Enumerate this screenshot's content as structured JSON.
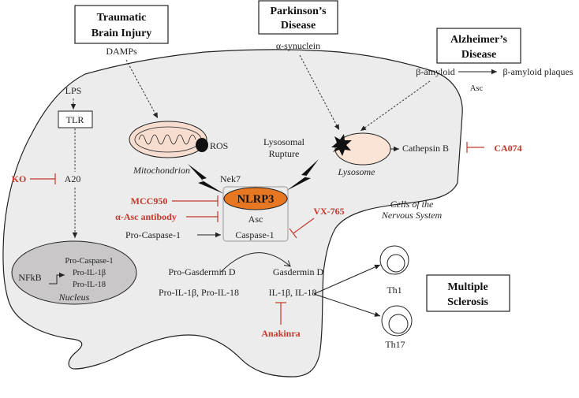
{
  "diseases": {
    "tbi": [
      "Traumatic",
      "Brain Injury"
    ],
    "parkinsons": [
      "Parkinson’s",
      "Disease"
    ],
    "alzheimers": [
      "Alzheimer’s",
      "Disease"
    ],
    "ms": [
      "Multiple",
      "Sclerosis"
    ]
  },
  "triggers": {
    "damps": "DAMPs",
    "alpha_synuclein": "α-synuclein",
    "beta_amyloid": "β-amyloid",
    "beta_amyloid_plaques": "β-amyloid plaques",
    "asc_upper": "Asc",
    "lps": "LPS"
  },
  "signaling": {
    "tlr": "TLR",
    "a20": "A20",
    "ros": "ROS",
    "mitochondrion": "Mitochondrion",
    "lysosomal_rupture": [
      "Lysosomal",
      "Rupture"
    ],
    "lysosome": "Lysosome",
    "cathepsin_b": "Cathepsin B",
    "nek7": "Nek7",
    "nlrp3": "NLRP3",
    "asc": "Asc",
    "caspase1": "Caspase-1",
    "pro_caspase1": "Pro-Caspase-1",
    "pro_gasdermin_d": "Pro-Gasdermin D",
    "gasdermin_d": "Gasdermin D",
    "pro_il": "Pro-IL-1β, Pro-IL-18",
    "il": "IL-1β, IL-18",
    "cells_label": [
      "Cells of the",
      "Nervous System"
    ]
  },
  "nucleus": {
    "label": "Nucleus",
    "nfkb": "NFkB",
    "genes": [
      "Pro-Caspase-1",
      "Pro-IL-1β",
      "Pro-IL-18"
    ]
  },
  "t_cells": {
    "th1": "Th1",
    "th17": "Th17"
  },
  "inhibitors": {
    "ko": "KO",
    "mcc950": "MCC950",
    "alpha_asc_antibody": "α-Asc antibody",
    "vx765": "VX-765",
    "ca074": "CA074",
    "anakinra": "Anakinra"
  },
  "colors": {
    "inhibitor": "#c0392b",
    "nlrp3_fill": "#e87722",
    "brain_fill": "#ececec",
    "nucleus_fill": "#c9c7c7",
    "lysosome_fill": "#fbe3d6",
    "mito_fill": "#f7ddd0"
  }
}
